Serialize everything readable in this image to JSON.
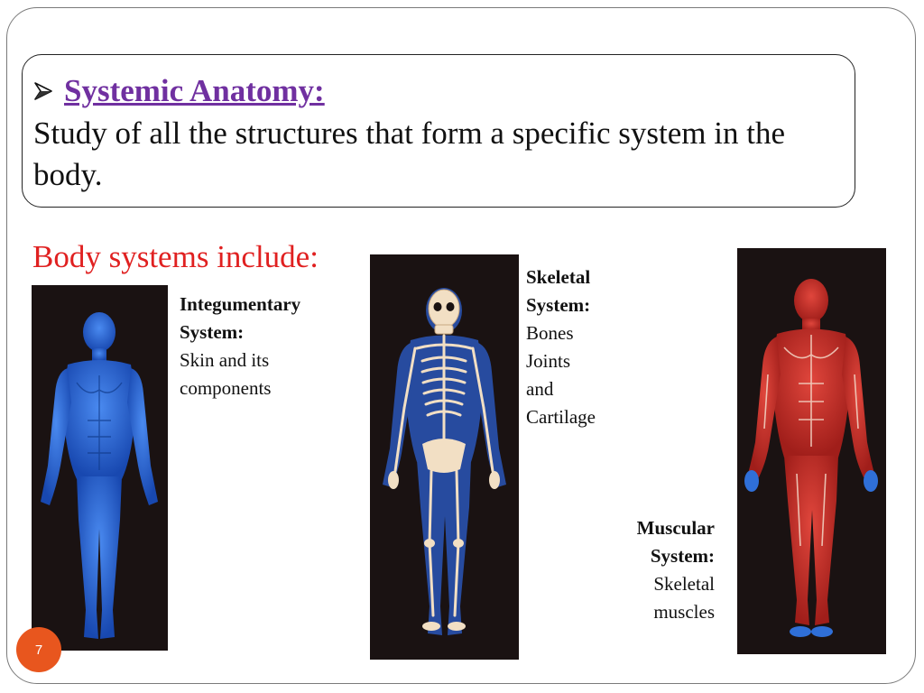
{
  "slide": {
    "title": "Systemic Anatomy:",
    "definition": "Study of all the structures that form a specific system in the body.",
    "systems_heading": "Body systems include:",
    "page_number": "7"
  },
  "systems": [
    {
      "title_lines": [
        "Integumentary",
        "System:"
      ],
      "detail_lines": [
        "Skin and its",
        "components"
      ],
      "figure_color": "#1f5fd0"
    },
    {
      "title_lines": [
        "Skeletal",
        "System:"
      ],
      "detail_lines": [
        "Bones",
        "Joints",
        "and",
        "Cartilage"
      ],
      "figure_color": "#f0dcc0"
    },
    {
      "title_lines": [
        "Muscular",
        "System:"
      ],
      "detail_lines": [
        "Skeletal",
        "muscles"
      ],
      "figure_color": "#c42a24"
    }
  ],
  "colors": {
    "title": "#7030a0",
    "heading": "#e02020",
    "page_badge": "#e8561e",
    "figure_background": "#1a1212"
  },
  "icons": {
    "bullet": "arrowhead-bullet-icon",
    "figure_1": "blue-skin-body-figure",
    "figure_2": "skeleton-figure",
    "figure_3": "muscle-body-figure"
  }
}
